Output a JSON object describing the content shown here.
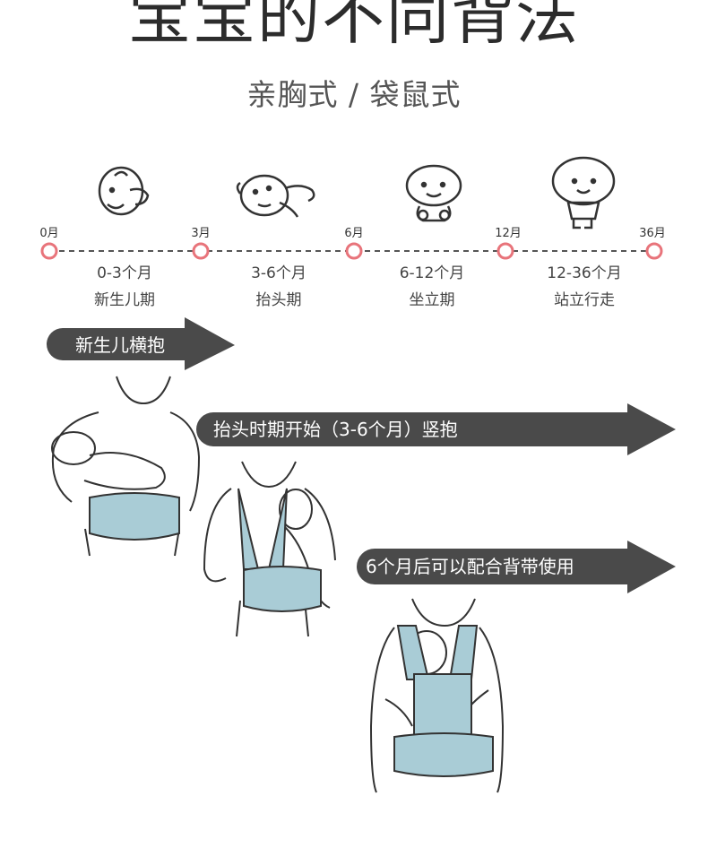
{
  "header": {
    "title": "宝宝的不同背法",
    "subtitle": "亲胸式 / 袋鼠式"
  },
  "timeline": {
    "ticks": [
      "0月",
      "3月",
      "6月",
      "12月",
      "36月"
    ],
    "stages": [
      {
        "range": "0-3个月",
        "name": "新生儿期"
      },
      {
        "range": "3-6个月",
        "name": "抬头期"
      },
      {
        "range": "6-12个月",
        "name": "坐立期"
      },
      {
        "range": "12-36个月",
        "name": "站立行走"
      }
    ],
    "dot_color": "#e8747b",
    "line_color": "#555555"
  },
  "arrows": [
    {
      "label": "新生儿横抱"
    },
    {
      "label": "抬头时期开始（3-6个月）竖抱"
    },
    {
      "label": "6个月后可以配合背带使用"
    }
  ],
  "colors": {
    "arrow": "#4a4a4a",
    "carrier": "#a9ccd6",
    "line_art": "#333333"
  }
}
